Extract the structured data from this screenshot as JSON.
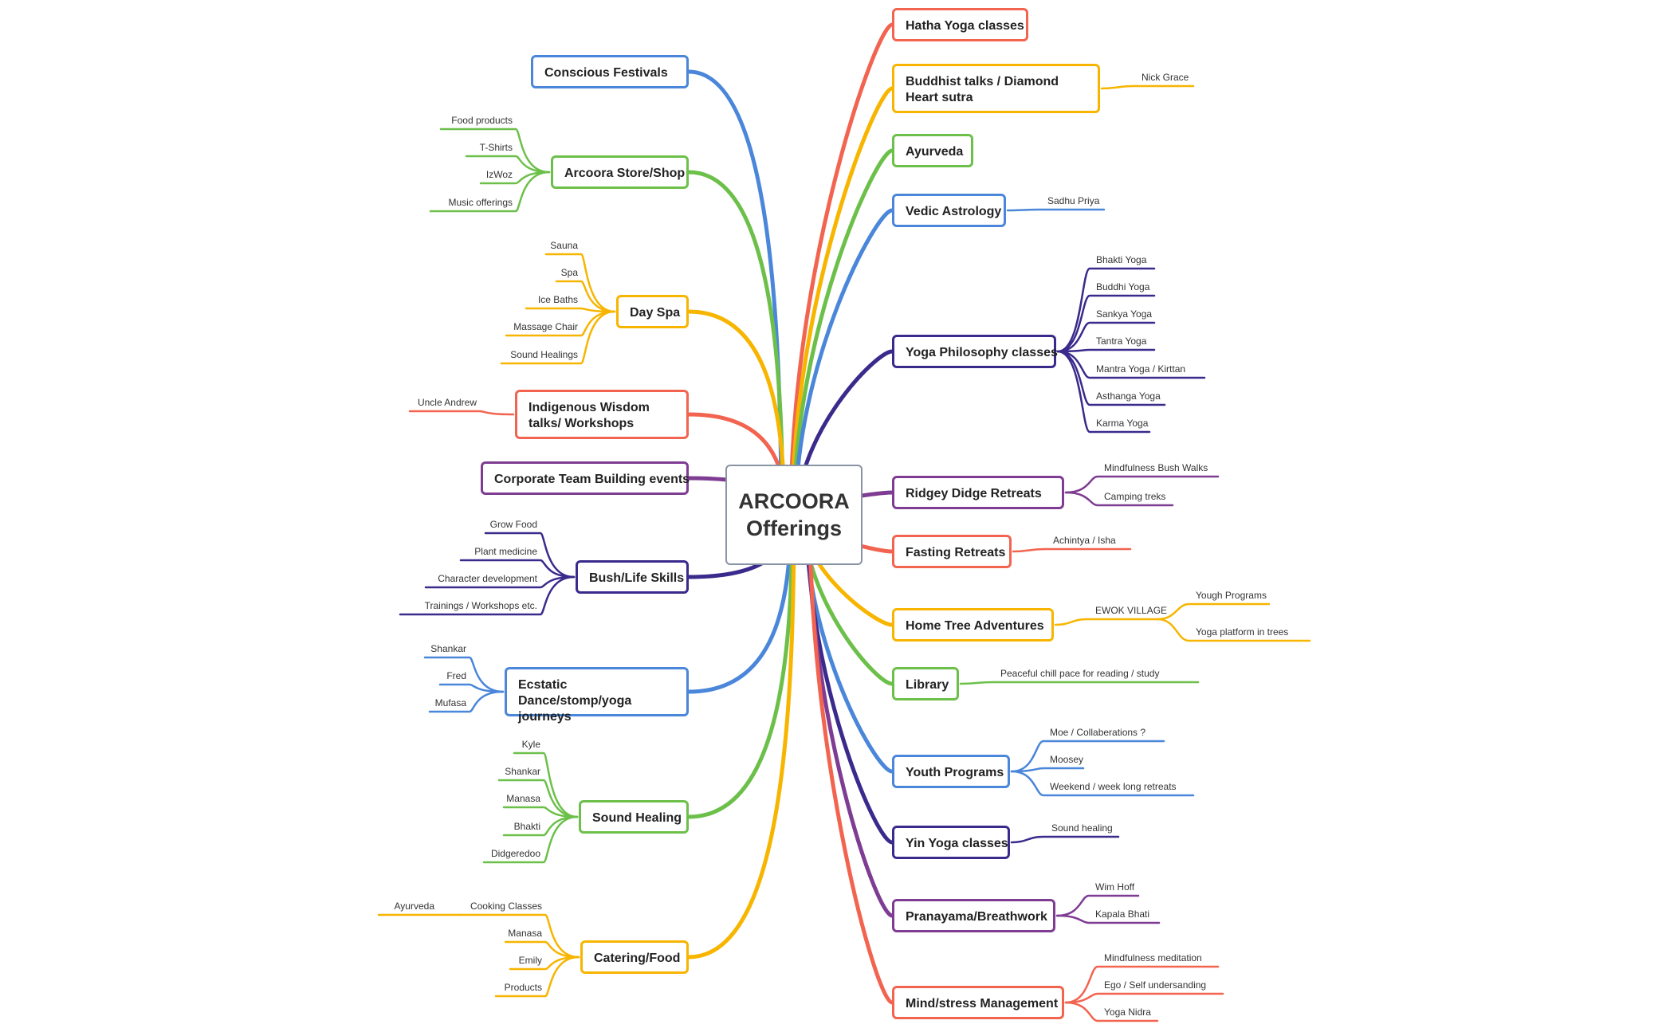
{
  "center": {
    "label": "ARCOORA Offerings"
  },
  "colors": {
    "blue": "#4a86d9",
    "green": "#6cc04a",
    "orange": "#f7b500",
    "red": "#f26450",
    "purple": "#3a2a8c",
    "magenta": "#7e3c93"
  },
  "left_branches": [
    {
      "id": "conscious",
      "label": "Conscious Festivals",
      "color": "blue",
      "leaves": []
    },
    {
      "id": "store",
      "label": "Arcoora Store/Shop",
      "color": "green",
      "leaves": [
        "Food products",
        "T-Shirts",
        "IzWoz",
        "Music offerings"
      ]
    },
    {
      "id": "dayspa",
      "label": "Day Spa",
      "color": "orange",
      "leaves": [
        "Sauna",
        "Spa",
        "Ice Baths",
        "Massage Chair",
        "Sound Healings"
      ]
    },
    {
      "id": "indigenous",
      "label": "Indigenous Wisdom talks/ Workshops",
      "color": "red",
      "leaves": [
        "Uncle Andrew"
      ]
    },
    {
      "id": "corporate",
      "label": "Corporate Team Building events",
      "color": "magenta",
      "leaves": []
    },
    {
      "id": "bush",
      "label": "Bush/Life Skills",
      "color": "purple",
      "leaves": [
        "Grow Food",
        "Plant medicine",
        "Character development",
        "Trainings / Workshops etc."
      ]
    },
    {
      "id": "ecstatic",
      "label": "Ecstatic Dance/stomp/yoga journeys",
      "color": "blue",
      "leaves": [
        "Shankar",
        "Fred",
        "Mufasa"
      ]
    },
    {
      "id": "sound",
      "label": "Sound Healing",
      "color": "green",
      "leaves": [
        "Kyle",
        "Shankar",
        "Manasa",
        "Bhakti",
        "Didgeredoo"
      ]
    },
    {
      "id": "catering",
      "label": "Catering/Food",
      "color": "orange",
      "leaves": [
        "Cooking Classes",
        "Manasa",
        "Emily",
        "Products"
      ],
      "subleaf": "Ayurveda"
    }
  ],
  "right_branches": [
    {
      "id": "hatha",
      "label": "Hatha Yoga classes",
      "color": "red",
      "leaves": []
    },
    {
      "id": "buddhist",
      "label": "Buddhist talks / Diamond Heart sutra",
      "color": "orange",
      "leaves": [
        "Nick Grace"
      ]
    },
    {
      "id": "ayurveda",
      "label": "Ayurveda",
      "color": "green",
      "leaves": []
    },
    {
      "id": "vedic",
      "label": "Vedic Astrology",
      "color": "blue",
      "leaves": [
        "Sadhu Priya"
      ]
    },
    {
      "id": "philosophy",
      "label": "Yoga Philosophy classes",
      "color": "purple",
      "leaves": [
        "Bhakti Yoga",
        "Buddhi Yoga",
        "Sankya Yoga",
        "Tantra Yoga",
        "Mantra Yoga / Kirttan",
        "Asthanga Yoga",
        "Karma Yoga"
      ]
    },
    {
      "id": "ridgey",
      "label": "Ridgey Didge Retreats",
      "color": "magenta",
      "leaves": [
        "Mindfulness Bush Walks",
        "Camping treks"
      ]
    },
    {
      "id": "fasting",
      "label": "Fasting Retreats",
      "color": "red",
      "leaves": [
        "Achintya / Isha"
      ]
    },
    {
      "id": "hometree",
      "label": "Home Tree Adventures",
      "color": "orange",
      "leaves": [
        "EWOK VILLAGE"
      ],
      "subleaves": [
        "Yough Programs",
        "Yoga platform in trees"
      ]
    },
    {
      "id": "library",
      "label": "Library",
      "color": "green",
      "leaves": [
        "Peaceful chill pace for reading / study"
      ]
    },
    {
      "id": "youth",
      "label": "Youth Programs",
      "color": "blue",
      "leaves": [
        "Moe / Collaberations ?",
        "Moosey",
        "Weekend / week long retreats"
      ]
    },
    {
      "id": "yin",
      "label": "Yin Yoga classes",
      "color": "purple",
      "leaves": [
        "Sound healing"
      ]
    },
    {
      "id": "pranayama",
      "label": "Pranayama/Breathwork",
      "color": "magenta",
      "leaves": [
        "Wim Hoff",
        "Kapala Bhati"
      ]
    },
    {
      "id": "mind",
      "label": "Mind/stress Management",
      "color": "red",
      "leaves": [
        "Mindfulness meditation",
        "Ego / Self undersanding",
        "Yoga Nidra"
      ]
    }
  ]
}
